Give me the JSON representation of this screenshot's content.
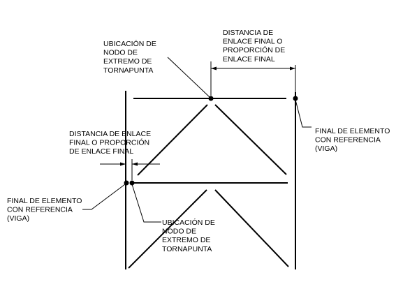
{
  "labels": {
    "top_node": [
      "UBICACIÓN DE",
      "NODO DE",
      "EXTREMO DE",
      "TORNAPUNTA"
    ],
    "top_distance": [
      "DISTANCIA DE",
      "ENLACE FINAL O",
      "PROPORCIÓN DE",
      "ENLACE FINAL"
    ],
    "right_member_end": [
      "FINAL DE ELEMENTO",
      "CON REFERENCIA",
      "(VIGA)"
    ],
    "left_distance": [
      "DISTANCIA DE ENLACE",
      "FINAL O PROPORCIÓN",
      "DE ENLACE FINAL"
    ],
    "left_member_end": [
      "FINAL DE ELEMENTO",
      "CON REFERENCIA",
      "(VIGA)"
    ],
    "bottom_node": [
      "UBICACIÓN DE",
      "NODO DE",
      "EXTREMO DE",
      "TORNAPUNTA"
    ]
  }
}
